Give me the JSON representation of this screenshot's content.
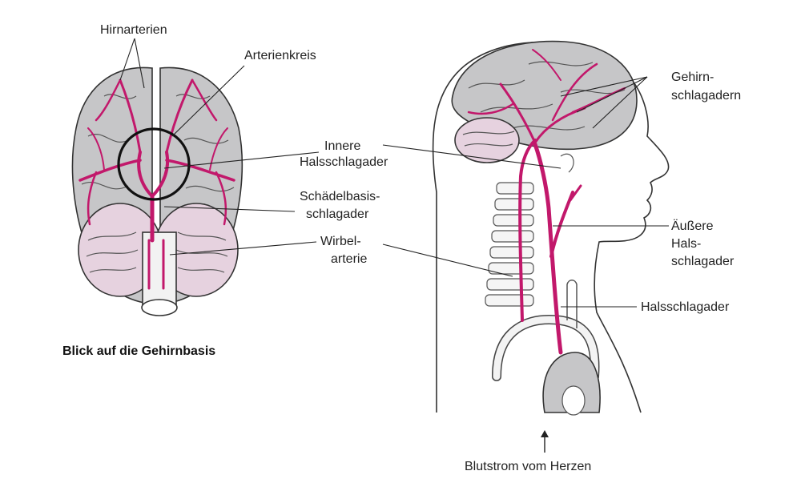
{
  "colors": {
    "artery": "#c2186b",
    "brain_gray": "#c6c6c8",
    "cerebellum_pink": "#e6d2df",
    "outline": "#333333",
    "background": "#ffffff"
  },
  "left_view": {
    "caption": "Blick auf die Gehirnbasis",
    "labels": {
      "cerebral_arteries": "Hirnarterien",
      "arterial_circle": "Arterienkreis",
      "internal_carotid": [
        "Innere",
        "Halsschlagader"
      ],
      "basilar_artery": [
        "Schädelbasis-",
        "schlagader"
      ],
      "vertebral_artery": [
        "Wirbel-",
        "arterie"
      ]
    }
  },
  "right_view": {
    "labels": {
      "brain_arteries": [
        "Gehirn-",
        "schlagadern"
      ],
      "external_carotid": [
        "Äußere",
        "Hals-",
        "schlagader"
      ],
      "carotid": "Halsschlagader",
      "blood_flow": "Blutstrom vom Herzen"
    },
    "icons": {
      "flow_arrow": "arrow-up-icon"
    }
  }
}
